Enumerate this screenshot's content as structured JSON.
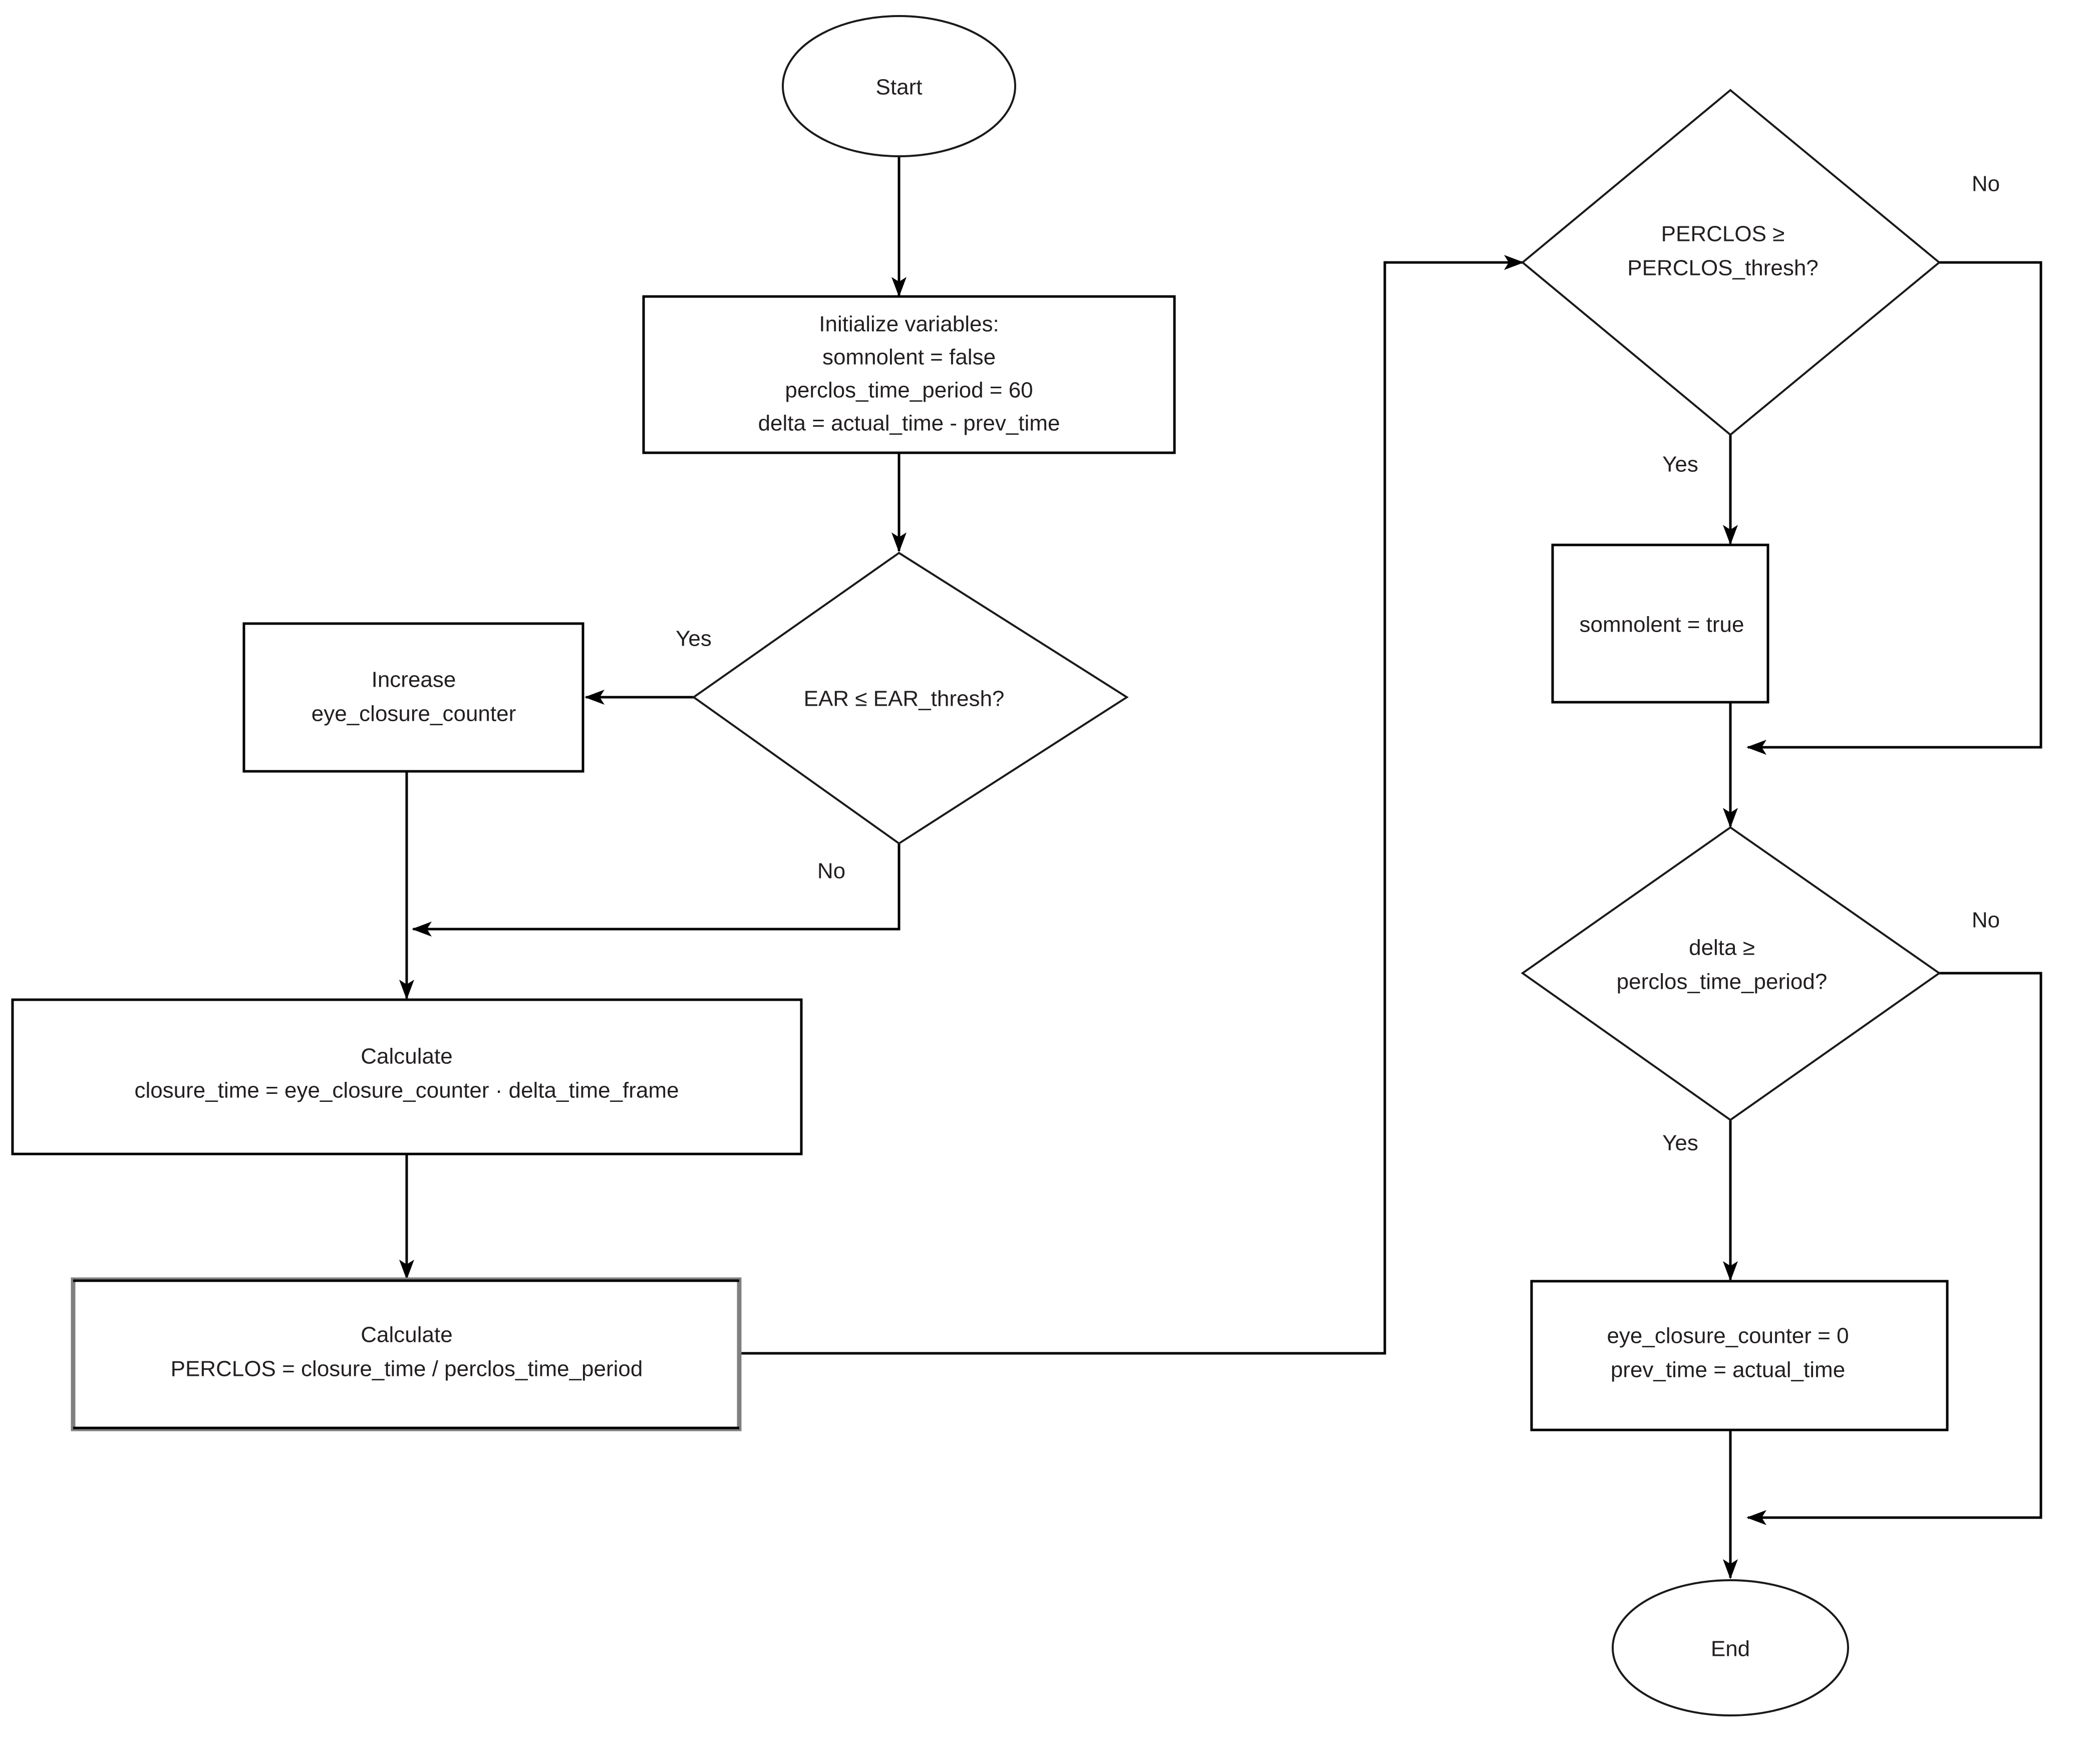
{
  "diagram": {
    "type": "flowchart",
    "title": "PERCLOS drowsiness detection flowchart",
    "background_color": "#ffffff",
    "line_color": "#000000",
    "text_color": "#231f20",
    "selected_border_color": "#808080"
  },
  "nodes": {
    "start": {
      "shape": "ellipse",
      "label": "Start"
    },
    "initialize": {
      "shape": "rectangle",
      "line1": "Initialize variables:",
      "line2": "somnolent = false",
      "line3": "perclos_time_period = 60",
      "line4": "delta = actual_time - prev_time"
    },
    "ear_decision": {
      "shape": "diamond",
      "label": "EAR ≤ EAR_thresh?"
    },
    "increase_counter": {
      "shape": "rectangle",
      "line1": "Increase",
      "line2": "eye_closure_counter"
    },
    "calc_closure_time": {
      "shape": "rectangle",
      "line1": "Calculate",
      "line2": "closure_time = eye_closure_counter · delta_time_frame"
    },
    "calc_perclos": {
      "shape": "rectangle",
      "selected": true,
      "line1": "Calculate",
      "line2": "PERCLOS = closure_time / perclos_time_period"
    },
    "perclos_decision": {
      "shape": "diamond",
      "line1": "PERCLOS ≥",
      "line2": "PERCLOS_thresh?"
    },
    "set_somnolent": {
      "shape": "rectangle",
      "label": "somnolent = true"
    },
    "delta_decision": {
      "shape": "diamond",
      "line1": "delta ≥",
      "line2": "perclos_time_period?"
    },
    "reset_counters": {
      "shape": "rectangle",
      "line1": "eye_closure_counter = 0",
      "line2": "prev_time = actual_time"
    },
    "end": {
      "shape": "ellipse",
      "label": "End"
    }
  },
  "edge_labels": {
    "ear_yes": "Yes",
    "ear_no": "No",
    "perclos_yes": "Yes",
    "perclos_no": "No",
    "delta_yes": "Yes",
    "delta_no": "No"
  }
}
